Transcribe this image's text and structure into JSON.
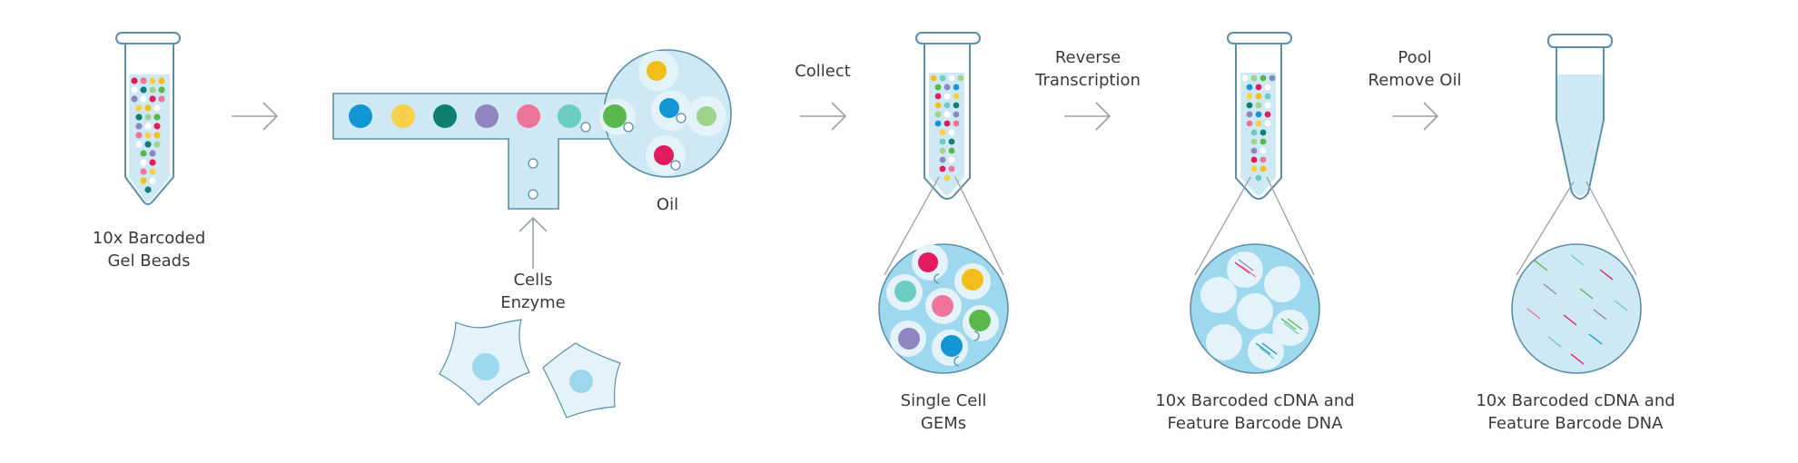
{
  "labels": {
    "gel_beads": [
      "10x Barcoded",
      "Gel Beads"
    ],
    "oil": "Oil",
    "cells_enzyme": [
      "Cells",
      "Enzyme"
    ],
    "collect": "Collect",
    "reverse_transcription": [
      "Reverse",
      "Transcription"
    ],
    "pool_remove_oil": [
      "Pool",
      "Remove Oil"
    ],
    "single_cell_gems": [
      "Single Cell",
      "GEMs"
    ],
    "cdna_feature_1": [
      "10x Barcoded cDNA and",
      "Feature Barcode DNA"
    ],
    "cdna_feature_2": [
      "10x Barcoded cDNA and",
      "Feature Barcode DNA"
    ]
  },
  "colors": {
    "outline": "#5b8fa8",
    "fluid": "#cfe9f4",
    "fluid_light": "#e4f3fa",
    "arrow": "#9aa0a4",
    "text": "#3a3a3a",
    "bead_blue": "#1496d6",
    "bead_yellow": "#f7d04a",
    "bead_teal": "#0f7f74",
    "bead_purple": "#8f86c0",
    "bead_pink": "#ee7499",
    "bead_mint": "#6ccdc1",
    "bead_green": "#58b84c",
    "bead_lightgreen": "#9fd48e",
    "bead_magenta": "#e21a5e",
    "bead_gold": "#f3bd1a"
  }
}
